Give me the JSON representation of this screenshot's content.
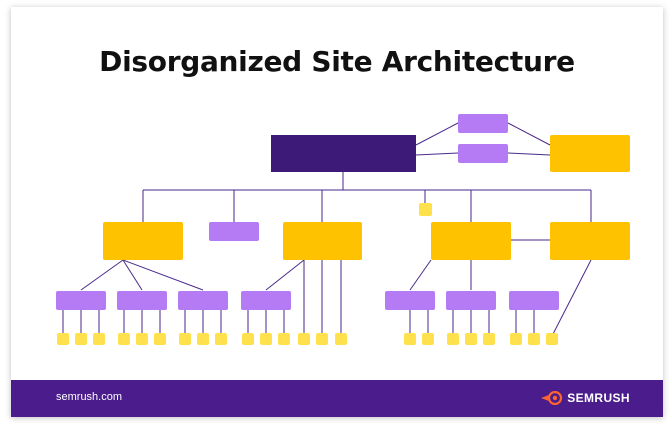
{
  "title": "Disorganized Site Architecture",
  "footer": {
    "url": "semrush.com",
    "brand": "SEMRUSH",
    "brand_icon": "semrush-flame-icon"
  },
  "colors": {
    "root": "#3d1a78",
    "category": "#ffc200",
    "subcategory": "#b57bf5",
    "page": "#ffe14d",
    "line": "#4a2a8c",
    "footer": "#4a1c8c"
  }
}
